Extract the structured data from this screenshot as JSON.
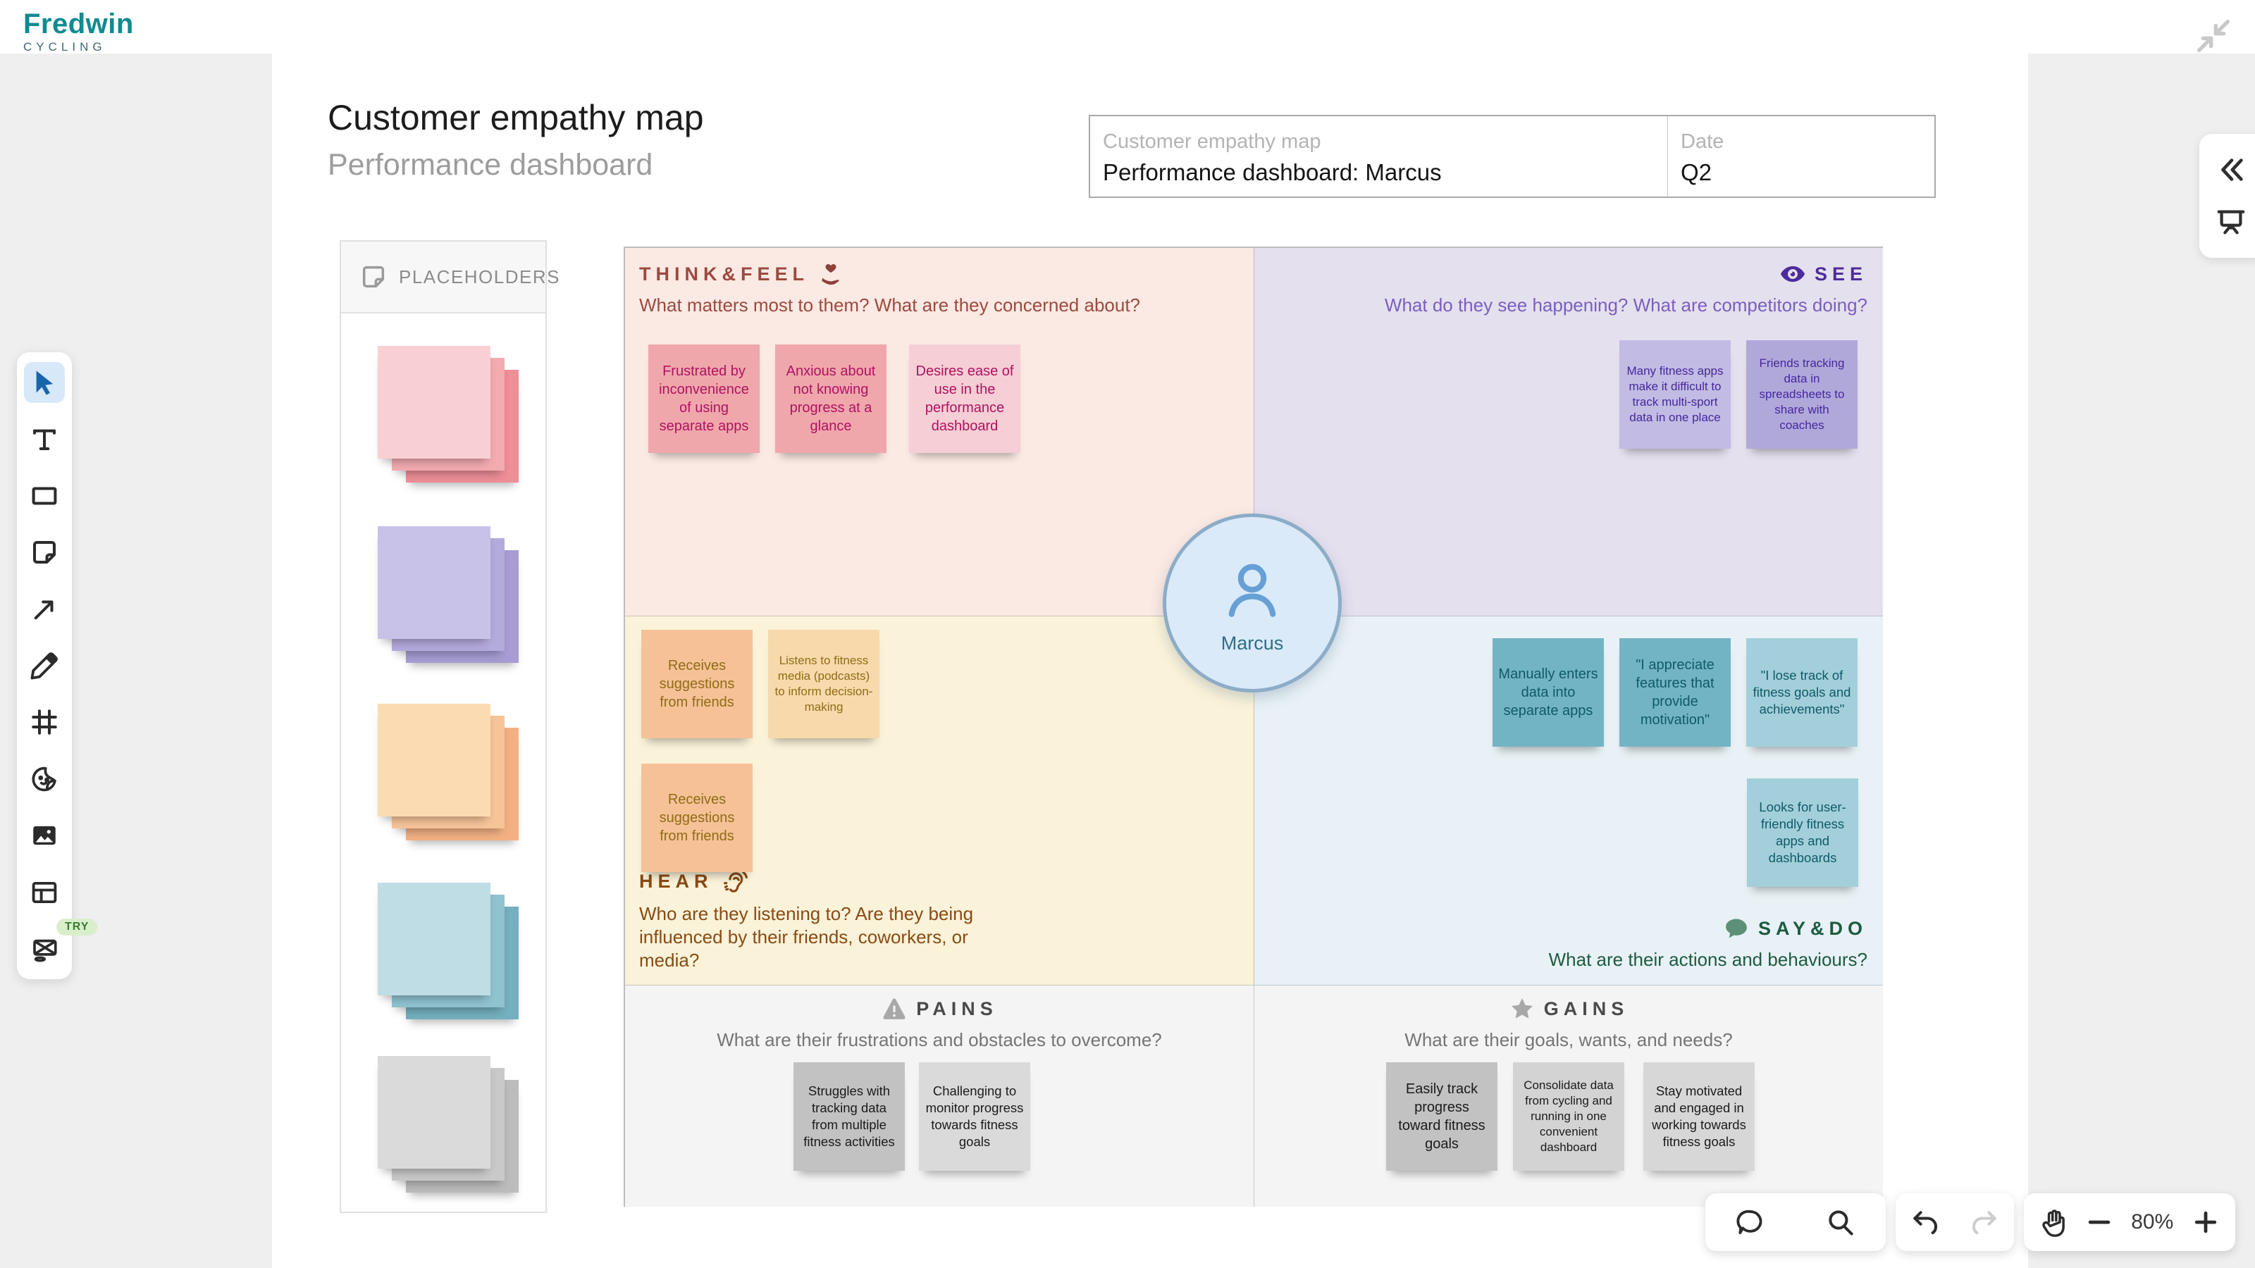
{
  "brand": {
    "name": "Fredwin",
    "tagline": "CYCLING"
  },
  "header": {
    "title": "Customer empathy map",
    "subtitle": "Performance dashboard"
  },
  "info_box": {
    "name_label": "Customer empathy map",
    "name_value": "Performance dashboard: Marcus",
    "date_label": "Date",
    "date_value": "Q2"
  },
  "left_toolbar": {
    "try_badge": "TRY",
    "tools": [
      "select-tool",
      "text-tool",
      "shape-tool",
      "sticky-note-tool",
      "connector-tool",
      "pen-tool",
      "frame-tool",
      "sticker-tool",
      "image-tool",
      "table-tool",
      "mockup-tool"
    ],
    "active_tool": "select-tool"
  },
  "right_panel": {
    "icons": [
      "collapse-panel-icon",
      "presentation-icon"
    ]
  },
  "top_right": {
    "icon": "minimize-icon"
  },
  "placeholders": {
    "title": "PLACEHOLDERS",
    "stacks": [
      "pink-notes-stack",
      "purple-notes-stack",
      "peach-notes-stack",
      "teal-notes-stack",
      "gray-notes-stack"
    ]
  },
  "empathy_map": {
    "persona": {
      "name": "Marcus"
    },
    "think_feel": {
      "title": "THINK&FEEL",
      "question": "What matters most to them? What are they concerned about?",
      "notes": [
        "Frustrated by inconvenience of using separate apps",
        "Anxious about not knowing progress at a glance",
        "Desires ease of use in the performance dashboard"
      ]
    },
    "see": {
      "title": "SEE",
      "question": "What do they see happening? What are competitors doing?",
      "notes": [
        "Many fitness apps make it difficult to track multi-sport data in one place",
        "Friends tracking data in spreadsheets to share with coaches"
      ]
    },
    "hear": {
      "title": "HEAR",
      "question": "Who are they listening to? Are they being influenced by their friends, coworkers, or media?",
      "notes": [
        "Receives suggestions from friends",
        "Listens to fitness media (podcasts) to inform decision-making",
        "Receives suggestions from friends"
      ]
    },
    "say_do": {
      "title": "SAY&DO",
      "question": "What are their actions and behaviours?",
      "notes": [
        "Manually enters data into separate apps",
        "\"I appreciate features that provide motivation\"",
        "\"I lose track of fitness goals and achievements\"",
        "Looks for user-friendly fitness apps and dashboards"
      ]
    },
    "pains": {
      "title": "PAINS",
      "question": "What are their frustrations and obstacles to overcome?",
      "notes": [
        "Struggles with tracking data from multiple fitness activities",
        "Challenging to monitor progress towards fitness goals"
      ]
    },
    "gains": {
      "title": "GAINS",
      "question": "What are their goals, wants, and needs?",
      "notes": [
        "Easily track progress toward fitness goals",
        "Consolidate data from cycling and running in one convenient dashboard",
        "Stay motivated and engaged in working towards fitness goals"
      ]
    }
  },
  "bottom_toolbar": {
    "zoom_level": "80%"
  },
  "colors": {
    "brand_teal": "#0f8b91",
    "quadrant_think_feel": "#fbe9e3",
    "quadrant_see": "#e5e0ee",
    "quadrant_hear": "#faf3d9",
    "quadrant_say_do": "#e8f1f5",
    "quadrant_pains_gains": "#f4f4f4",
    "note_pink": "#f0a7ac",
    "note_purple": "#c2bbe3",
    "note_orange": "#f6c197",
    "note_teal": "#73b4c4",
    "note_gray": "#c2c2c2",
    "active_tool_bg": "#d7e8f8"
  }
}
